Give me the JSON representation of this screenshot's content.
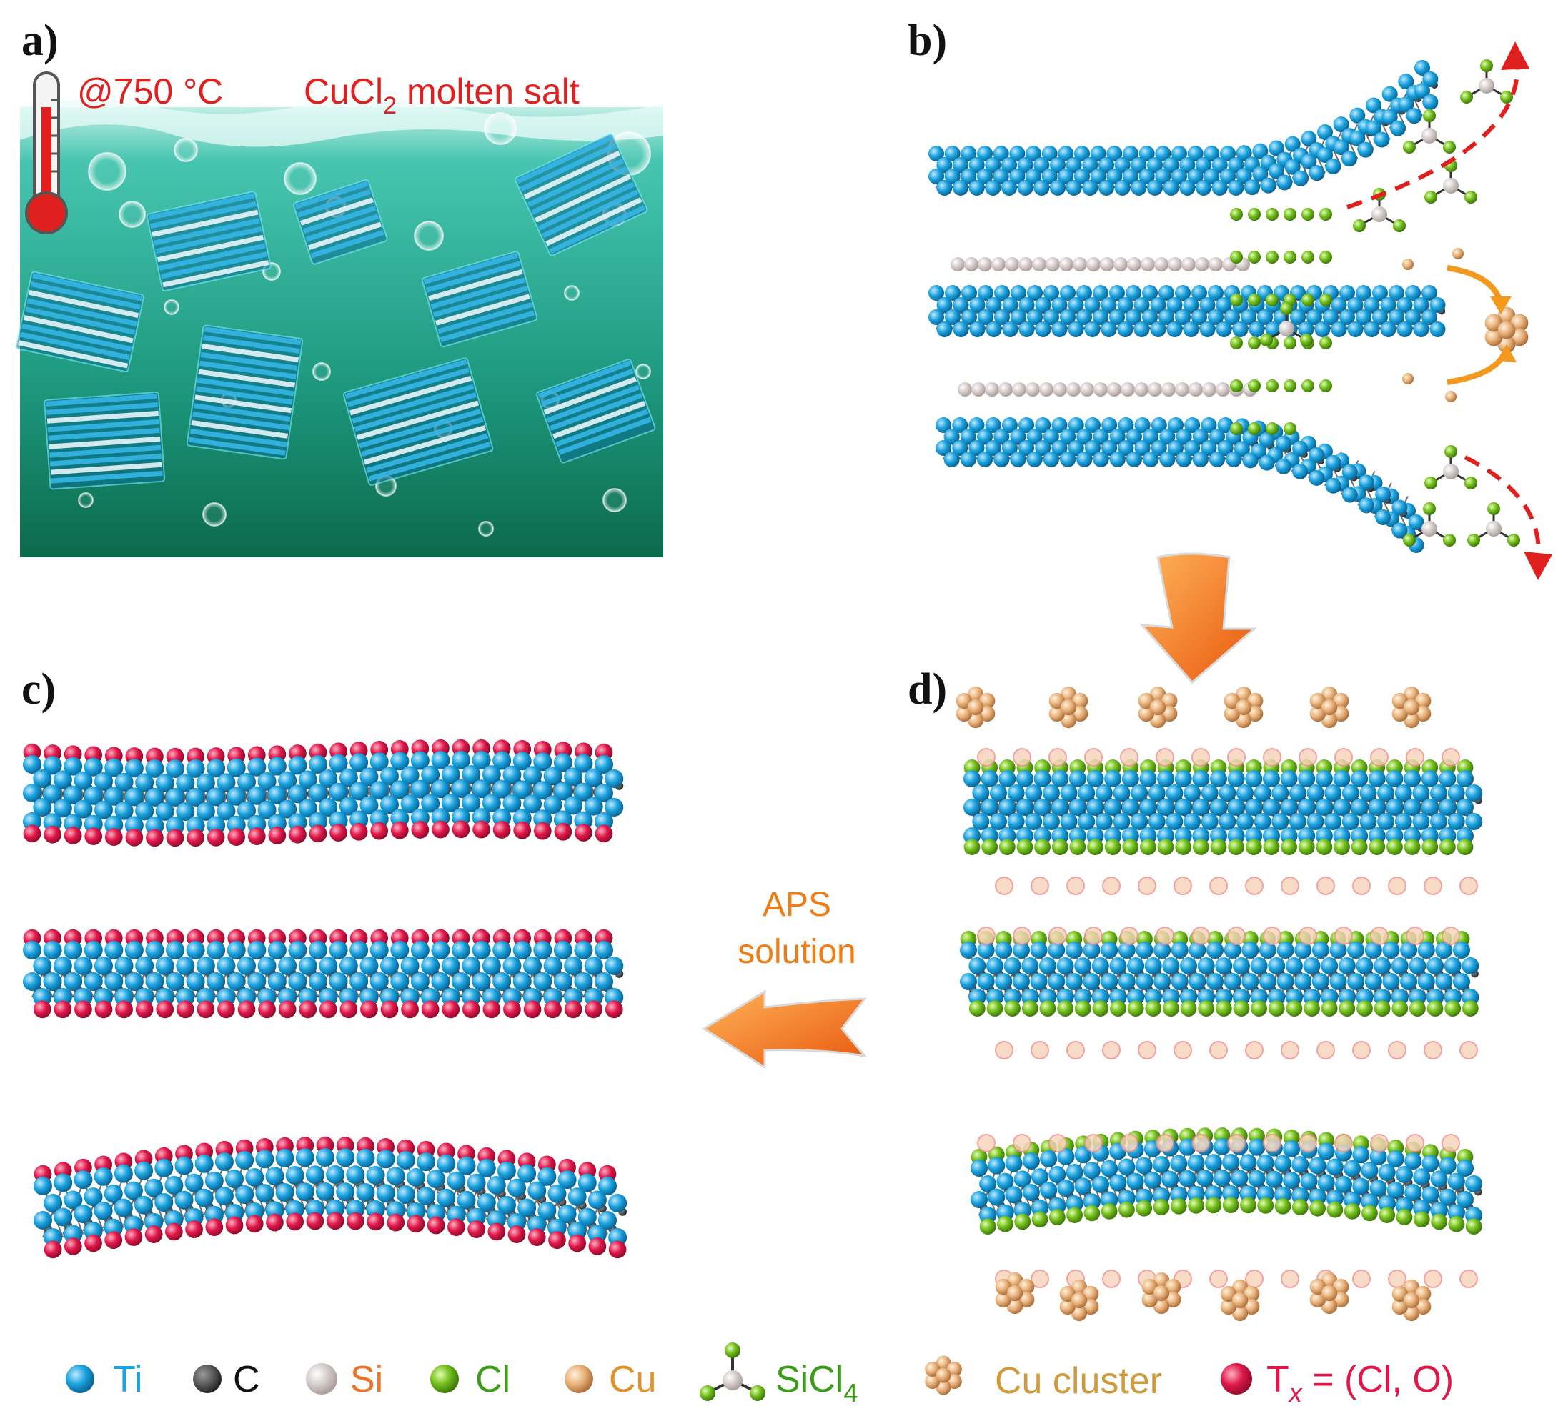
{
  "panels": {
    "a": {
      "label": "a)",
      "temperature": "@750 °C",
      "salt_main": "CuCl",
      "salt_sub": "2",
      "salt_rest": " molten salt"
    },
    "b": {
      "label": "b)"
    },
    "c": {
      "label": "c)"
    },
    "d": {
      "label": "d)"
    }
  },
  "arrow_text": {
    "line1": "APS",
    "line2": "solution"
  },
  "legend": {
    "ti": "Ti",
    "c": "C",
    "si": "Si",
    "cl": "Cl",
    "cu": "Cu",
    "sicl4_main": "SiCl",
    "sicl4_sub": "4",
    "cu_cluster": "Cu cluster",
    "tx_main": "T",
    "tx_sub": "x",
    "tx_rest": " = (Cl, O)"
  },
  "colors": {
    "ti": "#1aa3df",
    "c": "#3b3b3b",
    "si": "#cfc2be",
    "cl": "#72bd1c",
    "cu": "#e9b27c",
    "tx": "#e0184a",
    "salt": "#1f9e86",
    "red_text": "#e0201e",
    "orange": "#ef7d16"
  }
}
